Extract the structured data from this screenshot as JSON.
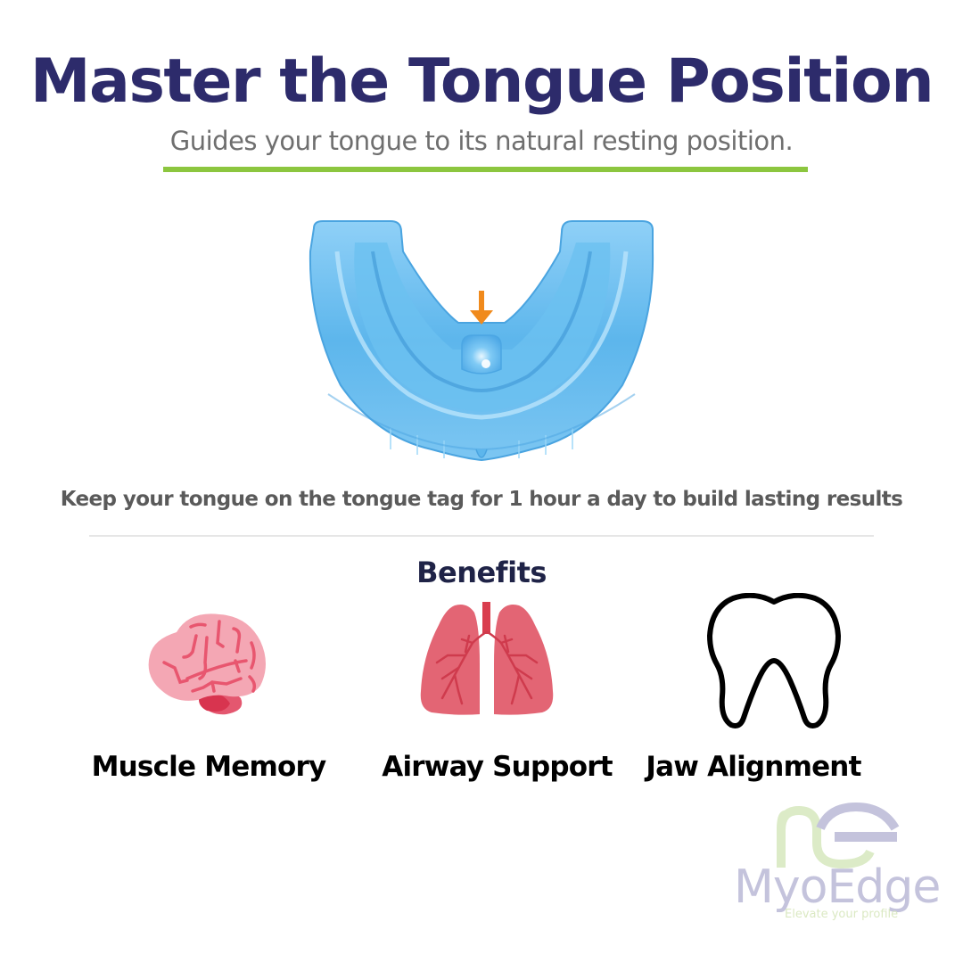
{
  "header": {
    "title": "Master the Tongue Position",
    "subtitle": "Guides your tongue to its natural resting position."
  },
  "product": {
    "image_alt": "blue-myofunctional-trainer",
    "arrow_icon": "arrow-down-icon",
    "colors": {
      "trainer_blue": "#5fb8ee",
      "arrow_orange": "#f08a1c"
    }
  },
  "instruction": "Keep your tongue on the tongue tag for 1 hour a day to build lasting results",
  "benefits": {
    "heading": "Benefits",
    "items": [
      {
        "label": "Muscle Memory",
        "icon": "brain-icon"
      },
      {
        "label": "Airway Support",
        "icon": "lungs-icon"
      },
      {
        "label": "Jaw Alignment",
        "icon": "tooth-icon"
      }
    ]
  },
  "brand": {
    "name": "MyoEdge",
    "tagline": "Elevate your profile",
    "colors": {
      "green": "#dcebc7",
      "lavender": "#c4c3dc"
    }
  },
  "colors": {
    "title": "#2d2b6b",
    "subtitle": "#6f6f6f",
    "accent_bar": "#8cc63f",
    "instruction": "#5a5a5a",
    "benefits_heading": "#1f2347"
  }
}
